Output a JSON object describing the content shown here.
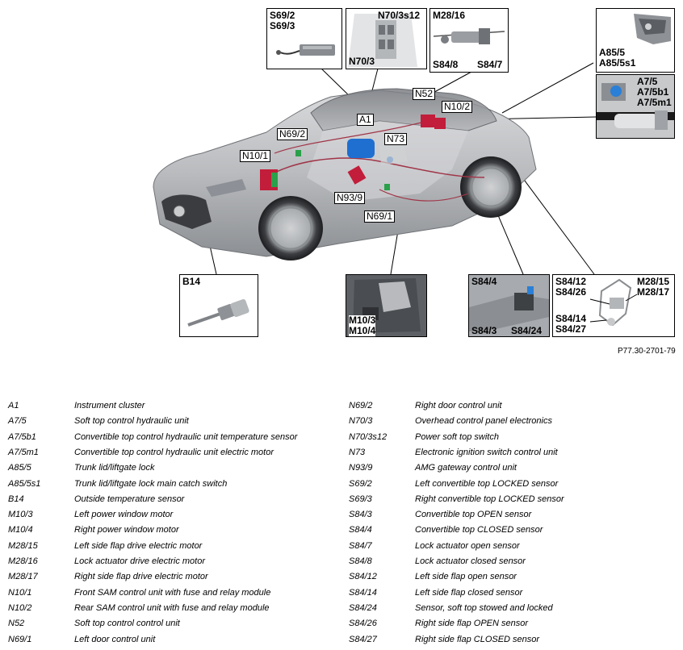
{
  "figure": {
    "reference": "P77.30-2701-79",
    "car_labels": {
      "a1": "A1",
      "n52": "N52",
      "n10_2": "N10/2",
      "n69_2": "N69/2",
      "n73": "N73",
      "n10_1": "N10/1",
      "n93_9": "N93/9",
      "n69_1": "N69/1"
    },
    "callouts": {
      "s69": "S69/2\nS69/3",
      "n70_top": "N70/3s12",
      "n70_bottom": "N70/3",
      "m28_16": "M28/16",
      "s84_8": "S84/8",
      "s84_7": "S84/7",
      "a85": "A85/5\nA85/5s1",
      "a7": "A7/5\nA7/5b1\nA7/5m1",
      "b14": "B14",
      "m10": "M10/3\nM10/4",
      "s84_top": "S84/4",
      "s84_bl": "S84/3",
      "s84_br": "S84/24",
      "s84_12": "S84/12\nS84/26",
      "m28_15": "M28/15\nM28/17",
      "s84_14": "S84/14\nS84/27"
    }
  },
  "legend": {
    "left": [
      {
        "code": "A1",
        "desc": "Instrument cluster"
      },
      {
        "code": "A7/5",
        "desc": "Soft top control hydraulic unit"
      },
      {
        "code": "A7/5b1",
        "desc": "Convertible top control hydraulic unit temperature sensor"
      },
      {
        "code": "A7/5m1",
        "desc": "Convertible top control hydraulic unit electric motor"
      },
      {
        "code": "A85/5",
        "desc": "Trunk lid/liftgate lock"
      },
      {
        "code": "A85/5s1",
        "desc": "Trunk lid/liftgate lock main catch switch"
      },
      {
        "code": "B14",
        "desc": "Outside temperature sensor"
      },
      {
        "code": "M10/3",
        "desc": "Left power window motor"
      },
      {
        "code": "M10/4",
        "desc": "Right power window motor"
      },
      {
        "code": "M28/15",
        "desc": "Left side flap drive electric motor"
      },
      {
        "code": "M28/16",
        "desc": "Lock actuator drive electric motor"
      },
      {
        "code": "M28/17",
        "desc": "Right side flap drive electric motor"
      },
      {
        "code": "N10/1",
        "desc": "Front SAM control unit with fuse and relay module"
      },
      {
        "code": "N10/2",
        "desc": "Rear SAM control unit with fuse and relay module"
      },
      {
        "code": "N52",
        "desc": "Soft top control control unit"
      },
      {
        "code": "N69/1",
        "desc": "Left door control unit"
      }
    ],
    "right": [
      {
        "code": "N69/2",
        "desc": "Right door control unit"
      },
      {
        "code": "N70/3",
        "desc": "Overhead control panel electronics"
      },
      {
        "code": "N70/3s12",
        "desc": "Power soft top switch"
      },
      {
        "code": "N73",
        "desc": "Electronic ignition switch control unit"
      },
      {
        "code": "N93/9",
        "desc": "AMG gateway control unit"
      },
      {
        "code": "S69/2",
        "desc": "Left convertible top LOCKED sensor"
      },
      {
        "code": "S69/3",
        "desc": "Right convertible top LOCKED sensor"
      },
      {
        "code": "S84/3",
        "desc": "Convertible top OPEN sensor"
      },
      {
        "code": "S84/4",
        "desc": "Convertible top CLOSED sensor"
      },
      {
        "code": "S84/7",
        "desc": "Lock actuator open sensor"
      },
      {
        "code": "S84/8",
        "desc": "Lock actuator closed sensor"
      },
      {
        "code": "S84/12",
        "desc": "Left side flap open sensor"
      },
      {
        "code": "S84/14",
        "desc": "Left side flap closed sensor"
      },
      {
        "code": "S84/24",
        "desc": "Sensor, soft top stowed and locked"
      },
      {
        "code": "S84/26",
        "desc": "Right side flap OPEN sensor"
      },
      {
        "code": "S84/27",
        "desc": "Right side flap CLOSED sensor"
      }
    ]
  }
}
